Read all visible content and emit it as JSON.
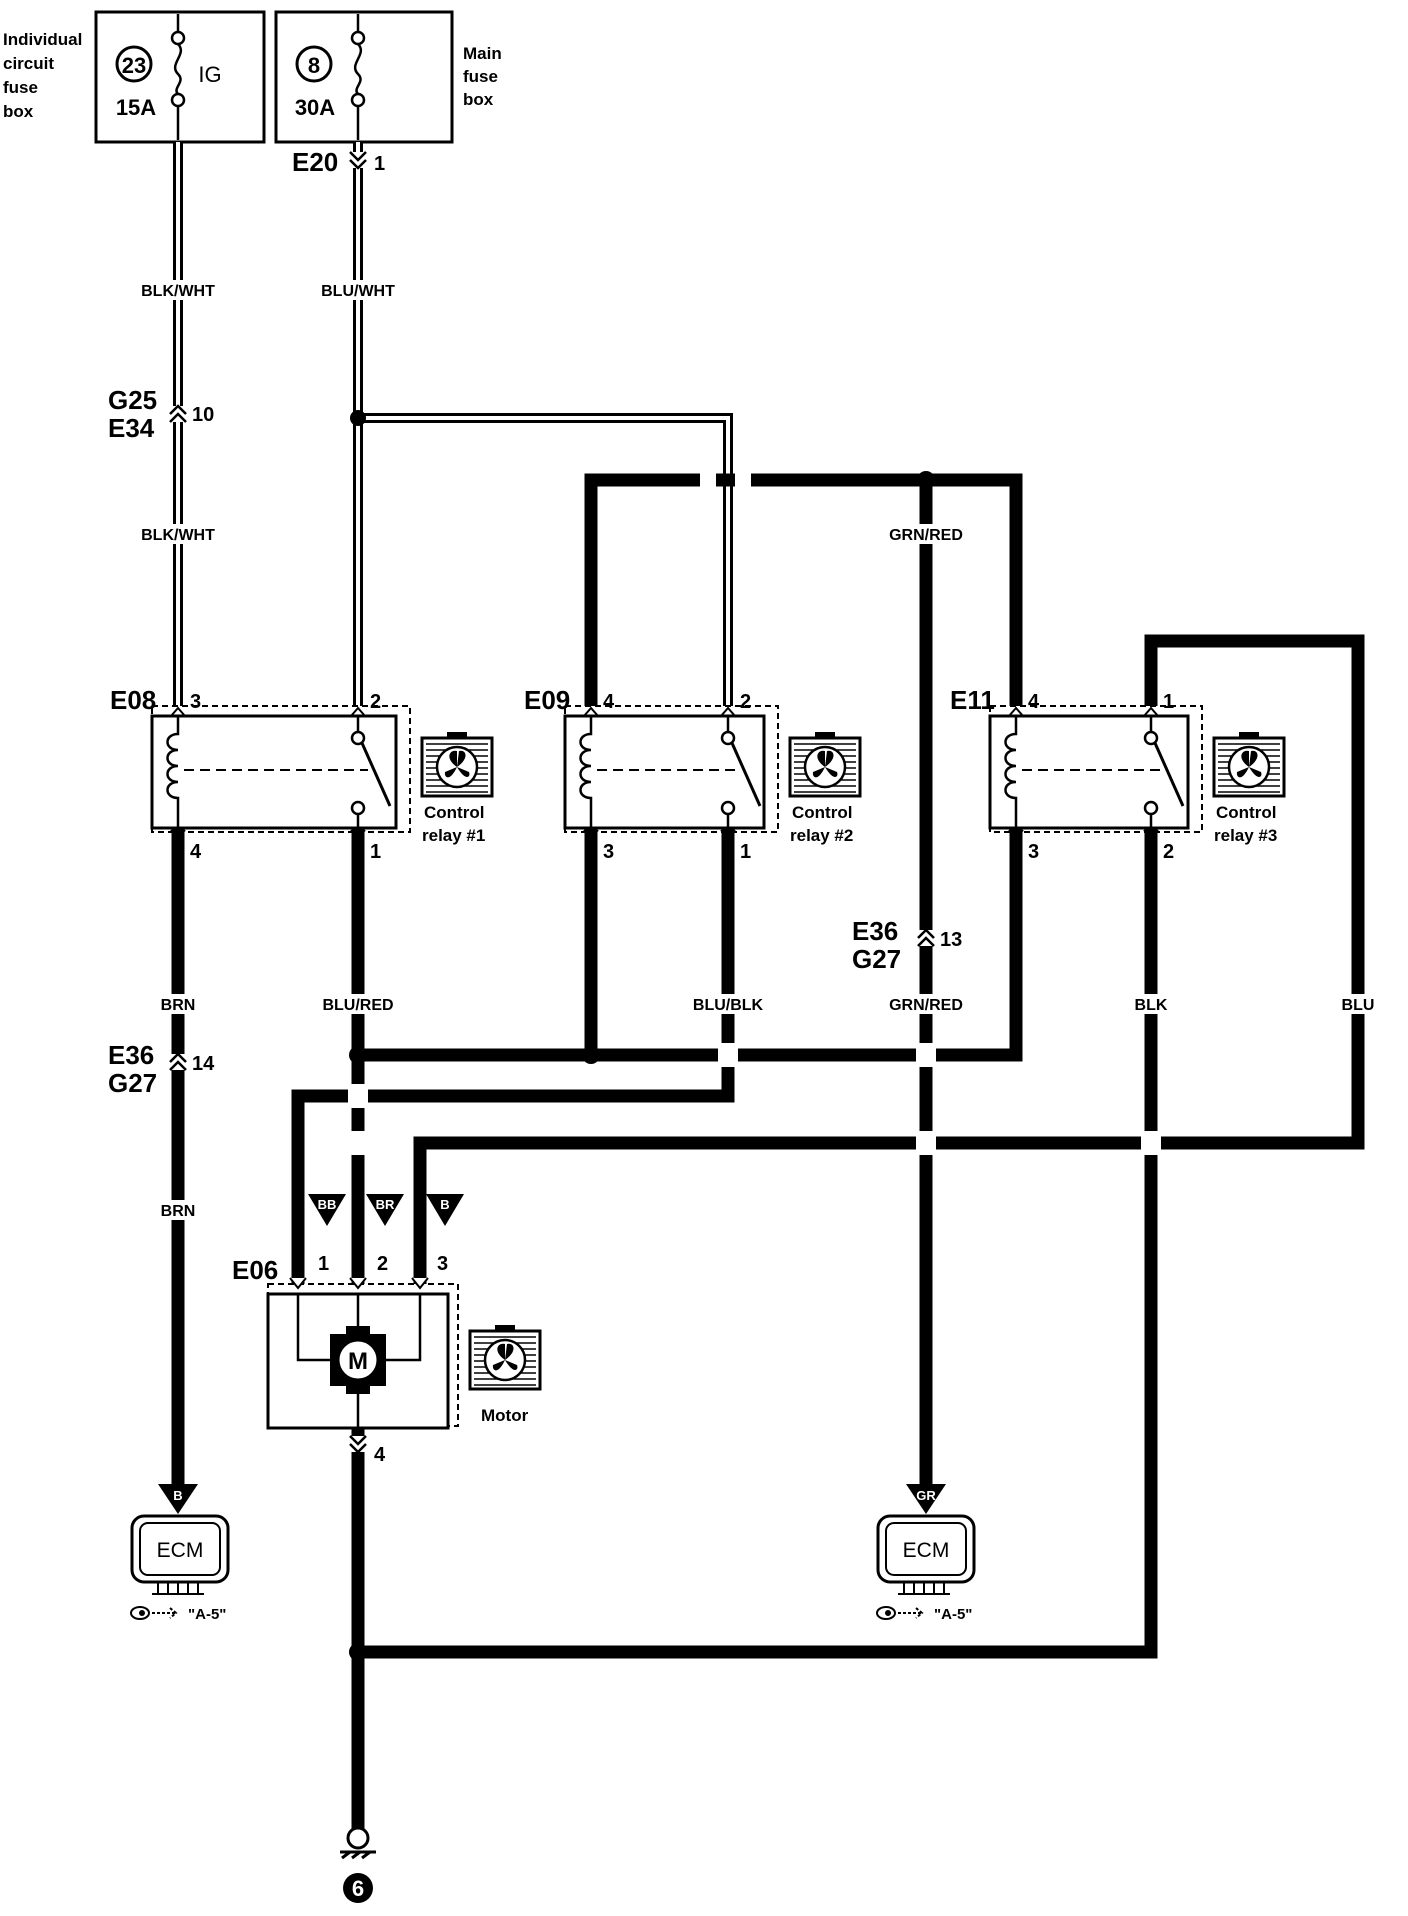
{
  "fuse_boxes": {
    "individual_label": [
      "Individual",
      "circuit",
      "fuse",
      "box"
    ],
    "main_label": [
      "Main",
      "fuse",
      "box"
    ],
    "fuse23": {
      "number": "23",
      "rating": "15A",
      "name": "IG"
    },
    "fuse8": {
      "number": "8",
      "rating": "30A"
    }
  },
  "connectors": {
    "e20": {
      "code": "E20",
      "pin": "1"
    },
    "g25_e34": {
      "code_top": "G25",
      "code_bottom": "E34",
      "pin": "10"
    },
    "e36_g27_left": {
      "code_top": "E36",
      "code_bottom": "G27",
      "pin": "14"
    },
    "e36_g27_right": {
      "code_top": "E36",
      "code_bottom": "G27",
      "pin": "13"
    }
  },
  "wires": {
    "blk_wht": "BLK/WHT",
    "blu_wht": "BLU/WHT",
    "grn_red": "GRN/RED",
    "brn": "BRN",
    "blu_red": "BLU/RED",
    "blu_blk": "BLU/BLK",
    "blk": "BLK",
    "blu": "BLU"
  },
  "relays": [
    {
      "code": "E08",
      "pin_tl": "3",
      "pin_tr": "2",
      "pin_bl": "4",
      "pin_br": "1",
      "label_line1": "Control",
      "label_line2": "relay #1"
    },
    {
      "code": "E09",
      "pin_tl": "4",
      "pin_tr": "2",
      "pin_bl": "3",
      "pin_br": "1",
      "label_line1": "Control",
      "label_line2": "relay #2"
    },
    {
      "code": "E11",
      "pin_tl": "4",
      "pin_tr": "1",
      "pin_bl": "3",
      "pin_br": "2",
      "label_line1": "Control",
      "label_line2": "relay #3"
    }
  ],
  "motor": {
    "code": "E06",
    "pins": [
      "1",
      "2",
      "3",
      "4"
    ],
    "symbol": "M",
    "label": "Motor",
    "markers": [
      "BB",
      "BR",
      "B"
    ]
  },
  "ecm": [
    {
      "label": "ECM",
      "marker": "B",
      "ref": "\"A-5\""
    },
    {
      "label": "ECM",
      "marker": "GR",
      "ref": "\"A-5\""
    }
  ],
  "ground": {
    "number": "6"
  },
  "icons": {
    "fan": "radiator-fan-icon",
    "reference": "eye-reference-icon",
    "ground": "ground-icon"
  },
  "colors": {
    "ink": "#000000",
    "fill": "#ffffff"
  }
}
